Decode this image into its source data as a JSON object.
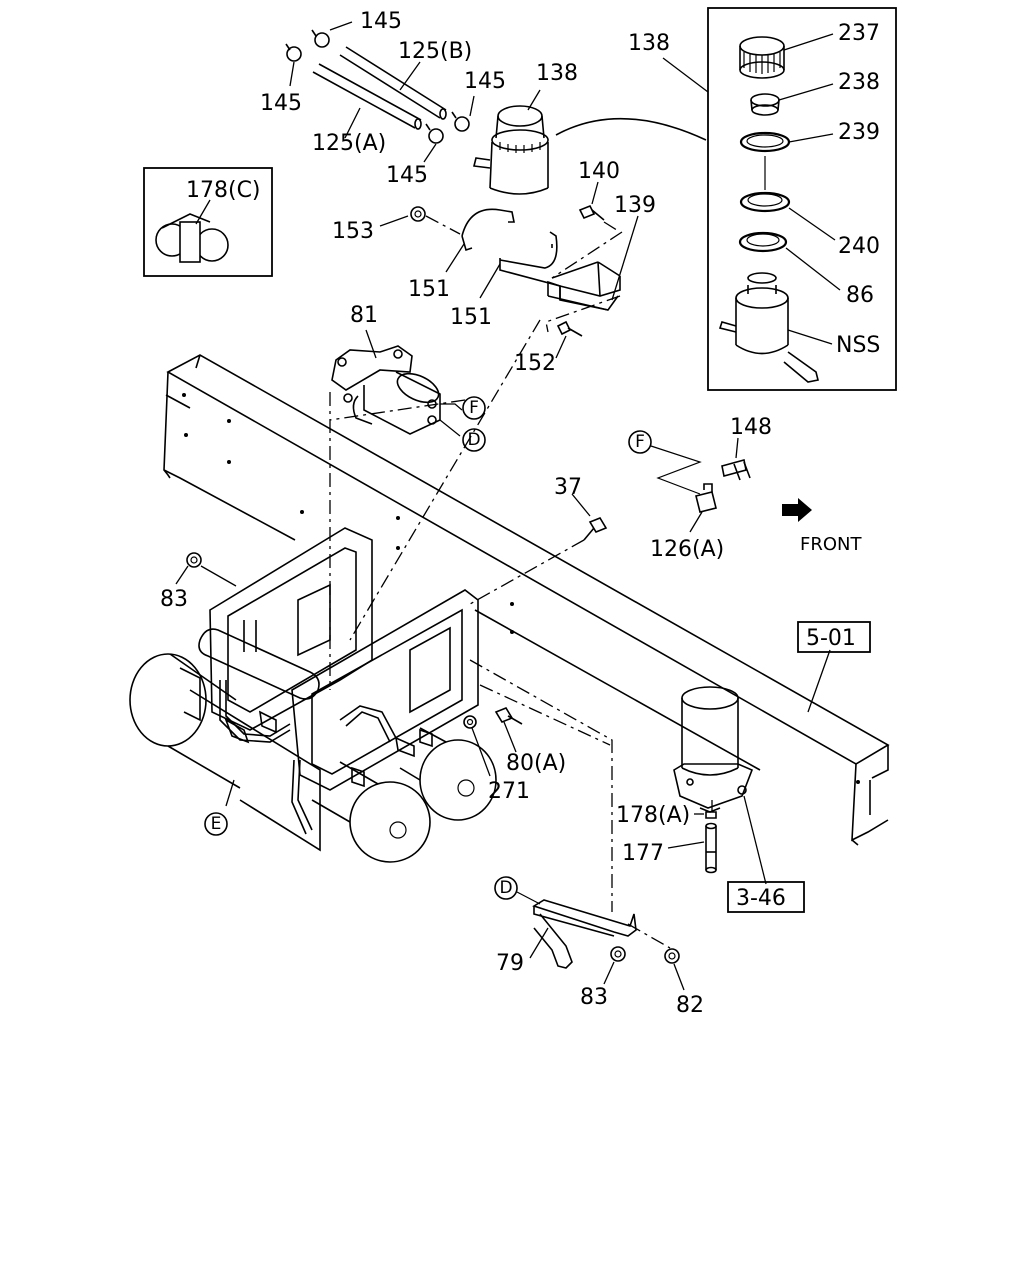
{
  "diagram": {
    "front_label": "FRONT",
    "refs": {
      "r_5_01": "5-01",
      "r_3_46": "3-46"
    },
    "circle_refs": {
      "F1": "F",
      "D1": "D",
      "F2": "F",
      "D2": "D",
      "E": "E"
    },
    "inset_labels": {
      "p237": "237",
      "p238": "238",
      "p239": "239",
      "p240": "240",
      "p86": "86",
      "nss": "NSS"
    },
    "part_labels": {
      "p145a": "145",
      "p145b": "145",
      "p145c": "145",
      "p145d": "145",
      "p125b": "125(B)",
      "p125a": "125(A)",
      "p138a": "138",
      "p138b": "138",
      "p178c": "178(C)",
      "p153": "153",
      "p151a": "151",
      "p151b": "151",
      "p140": "140",
      "p139": "139",
      "p152": "152",
      "p81": "81",
      "p148": "148",
      "p126a": "126(A)",
      "p37": "37",
      "p83a": "83",
      "p80a": "80(A)",
      "p271": "271",
      "p178a": "178(A)",
      "p177": "177",
      "p79": "79",
      "p83b": "83",
      "p82": "82"
    }
  }
}
